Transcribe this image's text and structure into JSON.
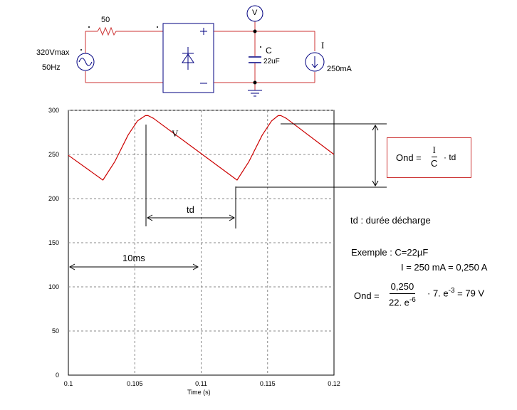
{
  "circuit": {
    "source_voltage": "320Vmax",
    "source_freq": "50Hz",
    "resistor": "50",
    "cap_label": "C",
    "cap_value": "22uF",
    "voltmeter": "V",
    "current_label": "I",
    "current_value": "250mA"
  },
  "chart_data": {
    "type": "line",
    "xlabel": "Time (s)",
    "ylabel": "",
    "xlim": [
      0.1,
      0.12
    ],
    "ylim": [
      0,
      300
    ],
    "x_ticks": [
      "0.1",
      "0.105",
      "0.11",
      "0.115",
      "0.12"
    ],
    "y_ticks": [
      "0",
      "50",
      "100",
      "150",
      "200",
      "250",
      "300"
    ],
    "grid": true,
    "series": [
      {
        "name": "V",
        "color": "#cc0000",
        "x": [
          0.1,
          0.1026,
          0.1035,
          0.1045,
          0.1052,
          0.1058,
          0.106,
          0.1064,
          0.1127,
          0.1136,
          0.1146,
          0.1153,
          0.1158,
          0.116,
          0.1164,
          0.12
        ],
        "y": [
          249,
          221,
          242,
          272,
          288,
          294,
          294,
          291,
          221,
          242,
          272,
          288,
          294,
          294,
          291,
          250
        ]
      }
    ],
    "annotations": {
      "series_label": "V",
      "td": "td",
      "period": "10ms"
    }
  },
  "notes": {
    "td_def": "td  : durée décharge",
    "example_head": "Exemple : C=22µF",
    "example_current": "I = 250 mA = 0,250 A"
  },
  "formula_box": {
    "lhs": "Ond =",
    "num": "I",
    "den": "C",
    "tail": "· td"
  },
  "calc": {
    "lhs": "Ond =",
    "num": "0,250",
    "den_base": "22. e",
    "den_exp": "-6",
    "mid_base": "· 7. e",
    "mid_exp": "-3",
    "result": " =  79 V"
  }
}
